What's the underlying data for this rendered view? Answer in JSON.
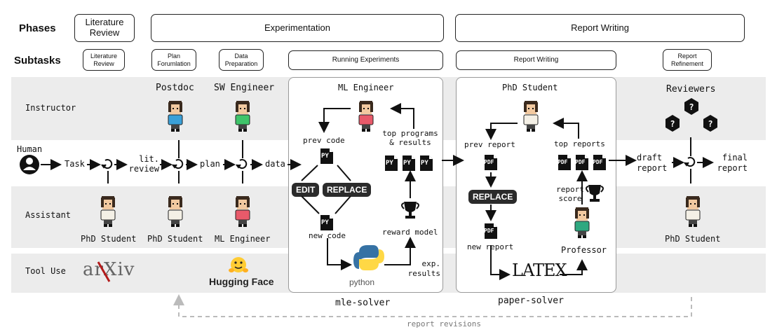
{
  "phases": {
    "header": "Phases",
    "literature_review": "Literature Review",
    "experimentation": "Experimentation",
    "report_writing": "Report Writing"
  },
  "subtasks": {
    "header": "Subtasks",
    "literature_review": "Literature Review",
    "plan_formulation": "Plan Forumlation",
    "data_preparation": "Data Preparation",
    "running_experiments": "Running Experiments",
    "report_writing": "Report Writing",
    "report_refinement": "Report Refinement"
  },
  "rows": {
    "instructor": "Instructor",
    "human": "Human",
    "assistant": "Assistant",
    "tool_use": "Tool Use"
  },
  "roles": {
    "postdoc": "Postdoc",
    "sw_engineer": "SW Engineer",
    "ml_engineer_top": "ML Engineer",
    "phd_student_top": "PhD Student",
    "reviewers": "Reviewers",
    "phd_student_a1": "PhD Student",
    "phd_student_a2": "PhD Student",
    "ml_engineer_bottom": "ML Engineer",
    "professor": "Professor",
    "phd_student_a3": "PhD Student"
  },
  "flow": {
    "task": "Task",
    "lit_review": "lit. review",
    "plan": "plan",
    "data": "data",
    "draft_report": "draft report",
    "final_report": "final report"
  },
  "mle": {
    "prev_code": "prev code",
    "top_programs": "top programs & results",
    "edit": "EDIT",
    "replace": "REPLACE",
    "new_code": "new code",
    "reward_model": "reward model",
    "exp_results": "exp. results",
    "py": "PY",
    "python": "python",
    "name": "mle-solver"
  },
  "paper": {
    "prev_report": "prev report",
    "top_reports": "top reports",
    "replace": "REPLACE",
    "report_score": "report score",
    "new_report": "new report",
    "pdf": "PDF",
    "latex": "LATEX",
    "name": "paper-solver"
  },
  "tools": {
    "arxiv": "arXiv",
    "hugging_face": "Hugging Face"
  },
  "footer": {
    "report_revisions": "report revisions"
  },
  "colors": {
    "band": "#ececec",
    "dashed": "#bbbbbb",
    "postdoc_shirt": "#3aa0d8",
    "sw_shirt": "#3fc46a",
    "ml_shirt": "#e85a6a",
    "professor_shirt": "#2fa880",
    "python_blue": "#3672a4",
    "python_yellow": "#ffd845",
    "hf_yellow": "#ffcc33"
  }
}
